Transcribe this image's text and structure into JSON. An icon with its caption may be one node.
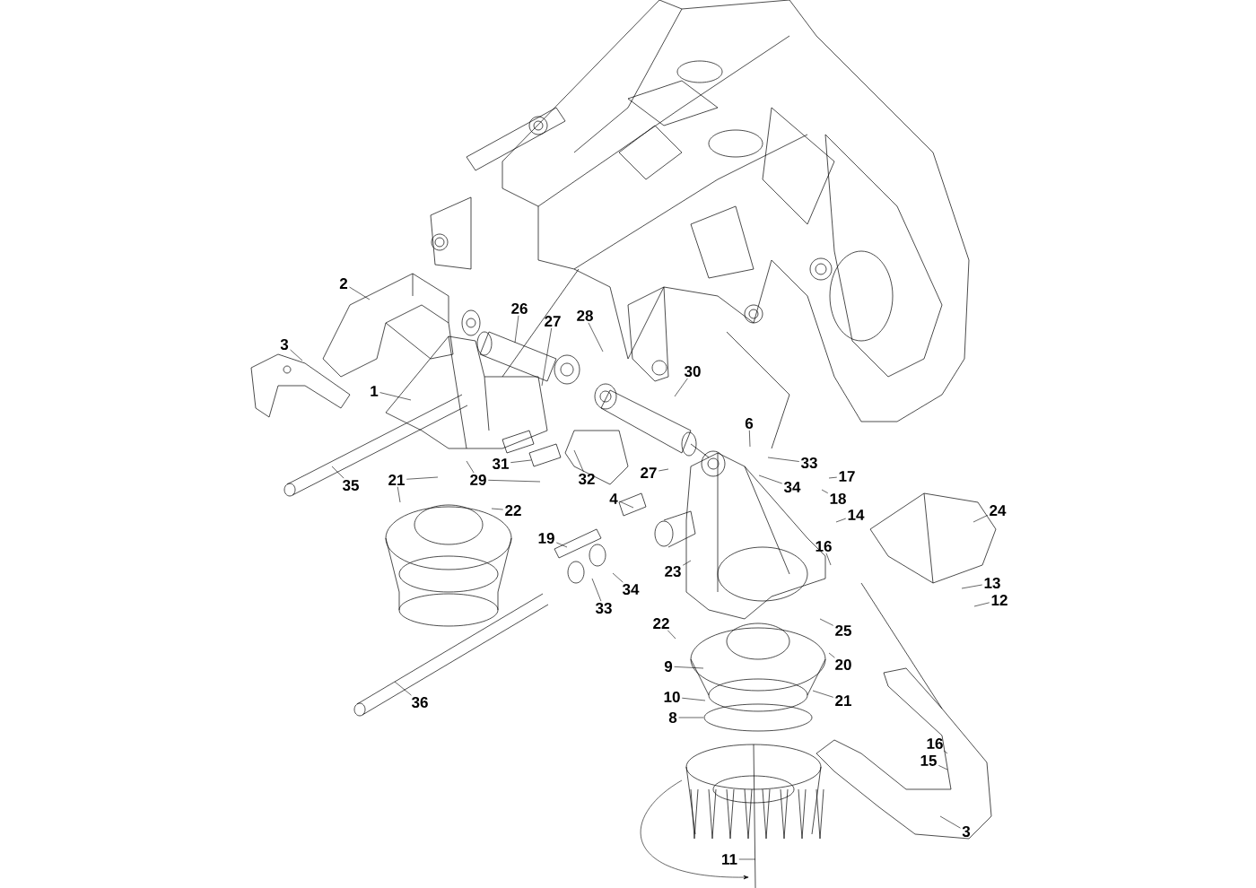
{
  "diagram": {
    "nodes": [
      {
        "text": [
          "1"
        ]
      },
      {
        "text": [
          "2"
        ]
      },
      {
        "text": [
          "3"
        ]
      },
      {
        "text": [
          "26"
        ]
      },
      {
        "text": [
          "27"
        ]
      },
      {
        "text": [
          "28"
        ]
      },
      {
        "text": [
          "30"
        ]
      },
      {
        "text": [
          "6"
        ]
      },
      {
        "text": [
          "33"
        ]
      },
      {
        "text": [
          "17"
        ]
      },
      {
        "text": [
          "34"
        ]
      },
      {
        "text": [
          "18"
        ]
      },
      {
        "text": [
          "14"
        ]
      },
      {
        "text": [
          "16"
        ]
      },
      {
        "text": [
          "24"
        ]
      },
      {
        "text": [
          "13"
        ]
      },
      {
        "text": [
          "12"
        ]
      },
      {
        "text": [
          "21"
        ]
      },
      {
        "text": [
          "22"
        ]
      },
      {
        "text": [
          "35"
        ]
      },
      {
        "text": [
          "31"
        ]
      },
      {
        "text": [
          "29"
        ]
      },
      {
        "text": [
          "32"
        ]
      },
      {
        "text": [
          "27"
        ]
      },
      {
        "text": [
          "4"
        ]
      },
      {
        "text": [
          "19"
        ]
      },
      {
        "text": [
          "23"
        ]
      },
      {
        "text": [
          "34"
        ]
      },
      {
        "text": [
          "33"
        ]
      },
      {
        "text": [
          "22"
        ]
      },
      {
        "text": [
          "25"
        ]
      },
      {
        "text": [
          "20"
        ]
      },
      {
        "text": [
          "9"
        ]
      },
      {
        "text": [
          "21"
        ]
      },
      {
        "text": [
          "10"
        ]
      },
      {
        "text": [
          "8"
        ]
      },
      {
        "text": [
          "36"
        ]
      },
      {
        "text": [
          "16"
        ]
      },
      {
        "text": [
          "15"
        ]
      },
      {
        "text": [
          "3"
        ]
      },
      {
        "text": [
          "11"
        ]
      }
    ],
    "edges": [
      {
        "from": 0,
        "to": null,
        "arrow": "none"
      },
      {
        "from": 1,
        "to": null,
        "arrow": "none"
      },
      {
        "from": 2,
        "to": null,
        "arrow": "none"
      },
      {
        "from": 3,
        "to": null,
        "arrow": "none"
      },
      {
        "from": 4,
        "to": null,
        "arrow": "none"
      },
      {
        "from": 5,
        "to": null,
        "arrow": "none"
      },
      {
        "from": 6,
        "to": null,
        "arrow": "none"
      },
      {
        "from": 7,
        "to": null,
        "arrow": "none"
      },
      {
        "from": 8,
        "to": null,
        "arrow": "none"
      },
      {
        "from": 9,
        "to": null,
        "arrow": "none"
      },
      {
        "from": 10,
        "to": null,
        "arrow": "none"
      },
      {
        "from": 11,
        "to": null,
        "arrow": "none"
      },
      {
        "from": 12,
        "to": null,
        "arrow": "none"
      },
      {
        "from": 13,
        "to": null,
        "arrow": "none"
      },
      {
        "from": 14,
        "to": null,
        "arrow": "none"
      },
      {
        "from": 15,
        "to": null,
        "arrow": "none"
      },
      {
        "from": 16,
        "to": null,
        "arrow": "none"
      },
      {
        "from": 17,
        "to": null,
        "arrow": "none"
      },
      {
        "from": 17,
        "to": null,
        "arrow": "none"
      },
      {
        "from": 18,
        "to": null,
        "arrow": "none"
      },
      {
        "from": 19,
        "to": null,
        "arrow": "none"
      },
      {
        "from": 20,
        "to": null,
        "arrow": "none"
      },
      {
        "from": 21,
        "to": null,
        "arrow": "none"
      },
      {
        "from": 21,
        "to": null,
        "arrow": "none"
      },
      {
        "from": 22,
        "to": null,
        "arrow": "none"
      },
      {
        "from": 23,
        "to": null,
        "arrow": "none"
      },
      {
        "from": 24,
        "to": null,
        "arrow": "none"
      },
      {
        "from": 25,
        "to": null,
        "arrow": "none"
      },
      {
        "from": 26,
        "to": null,
        "arrow": "none"
      },
      {
        "from": 27,
        "to": null,
        "arrow": "none"
      },
      {
        "from": 28,
        "to": null,
        "arrow": "none"
      },
      {
        "from": 29,
        "to": null,
        "arrow": "none"
      },
      {
        "from": 30,
        "to": null,
        "arrow": "none"
      },
      {
        "from": 31,
        "to": null,
        "arrow": "none"
      },
      {
        "from": 32,
        "to": null,
        "arrow": "none"
      },
      {
        "from": 33,
        "to": null,
        "arrow": "none"
      },
      {
        "from": 34,
        "to": null,
        "arrow": "none"
      },
      {
        "from": 35,
        "to": null,
        "arrow": "none"
      },
      {
        "from": 36,
        "to": null,
        "arrow": "none"
      },
      {
        "from": 37,
        "to": null,
        "arrow": "none"
      },
      {
        "from": 38,
        "to": null,
        "arrow": "none"
      },
      {
        "from": 39,
        "to": null,
        "arrow": "none"
      },
      {
        "from": 40,
        "to": null,
        "arrow": "none"
      }
    ]
  }
}
